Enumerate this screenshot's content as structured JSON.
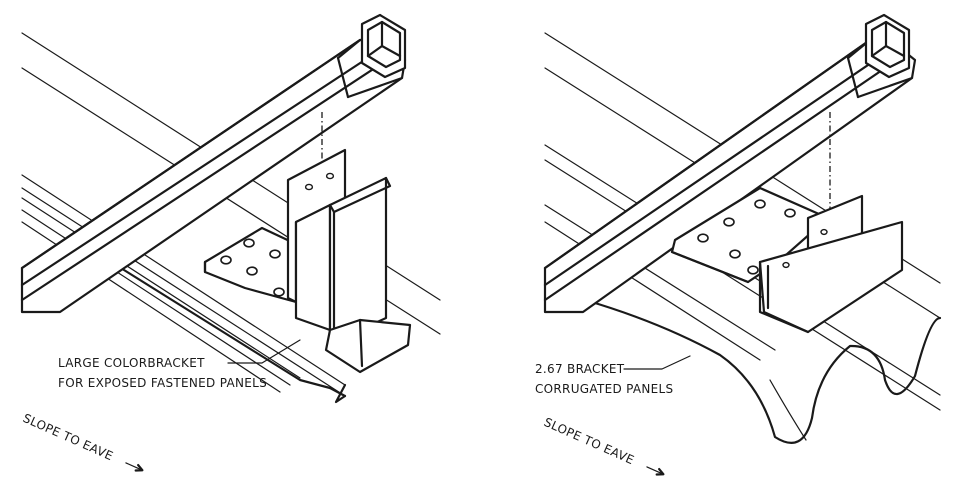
{
  "left_panel": {
    "callout_line1": "LARGE COLORBRACKET",
    "callout_line2": "FOR EXPOSED FASTENED PANELS",
    "slope_label": "SLOPE TO EAVE"
  },
  "right_panel": {
    "callout_line1": "2.67 BRACKET",
    "callout_line2": "CORRUGATED PANELS",
    "slope_label": "SLOPE TO EAVE"
  },
  "colors": {
    "ink": "#1a1a1a",
    "paper": "#ffffff"
  }
}
